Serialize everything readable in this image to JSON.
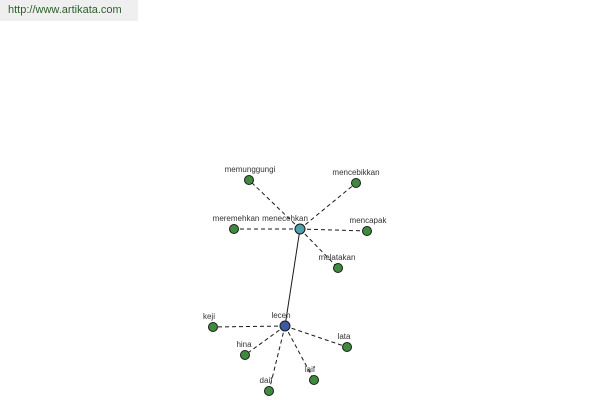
{
  "source_link": "http://www.artikata.com",
  "colors": {
    "leaf_node": "#3f8a3f",
    "hub_primary": "#3d5aa6",
    "hub_secondary": "#4fa0a8"
  },
  "graph": {
    "hubs": [
      {
        "id": "mencehkan",
        "label": "menecehkan",
        "style": "hub_secondary"
      },
      {
        "id": "leceh",
        "label": "leceh",
        "style": "hub_primary"
      }
    ],
    "leaves": [
      {
        "id": "memunggungi",
        "label": "memunggungi",
        "hub": "mencehkan"
      },
      {
        "id": "mencebikkan",
        "label": "mencebikkan",
        "hub": "mencehkan"
      },
      {
        "id": "meremehkan",
        "label": "meremehkan",
        "hub": "mencehkan"
      },
      {
        "id": "mencapak",
        "label": "mencapak",
        "hub": "mencehkan"
      },
      {
        "id": "melatakan",
        "label": "melatakan",
        "hub": "mencehkan"
      },
      {
        "id": "keji",
        "label": "keji",
        "hub": "leceh"
      },
      {
        "id": "hina",
        "label": "hina",
        "hub": "leceh"
      },
      {
        "id": "lata",
        "label": "lata",
        "hub": "leceh"
      },
      {
        "id": "daif",
        "label": "daif",
        "hub": "leceh"
      },
      {
        "id": "laif",
        "label": "laif",
        "hub": "leceh"
      }
    ],
    "hub_link": [
      "mencehkan",
      "leceh"
    ]
  }
}
